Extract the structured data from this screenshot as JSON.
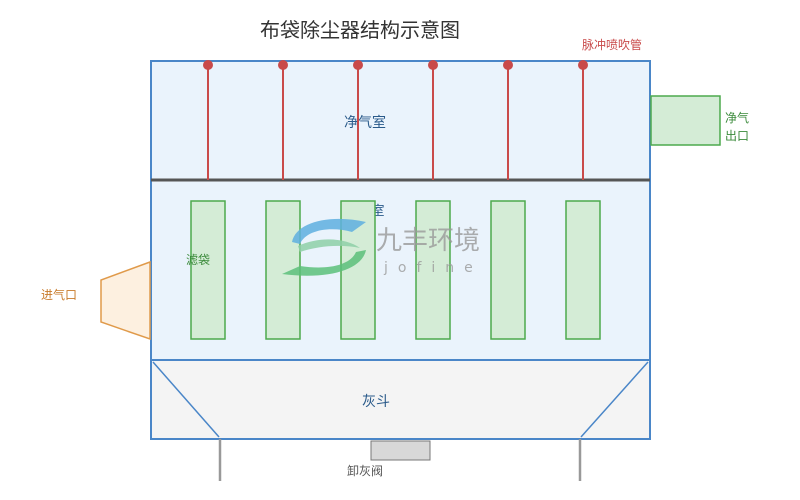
{
  "title": "布袋除尘器结构示意图",
  "labels": {
    "pulse_pipe": "脉冲喷吹管",
    "clean_chamber": "净气室",
    "clean_outlet_line1": "净气",
    "clean_outlet_line2": "出口",
    "filter_chamber": "室",
    "filter_bag": "滤袋",
    "inlet": "进气口",
    "hopper": "灰斗",
    "discharge_valve": "卸灰阀"
  },
  "watermark": {
    "name": "九丰环境",
    "latin": "jofine"
  },
  "pulse_pipe_count": 6,
  "filter_bag_count": 6,
  "colors": {
    "frame": "#4a86c8",
    "chamber_fill": "#eaf3fc",
    "hopper_fill": "#f4f4f4",
    "pipe": "#c94a4a",
    "bag_fill": "#d4ecd6",
    "bag_stroke": "#4daa4d",
    "outlet_text": "#3a8a3a",
    "inlet_fill": "#fdf0e0",
    "inlet_stroke": "#e09a4a",
    "inlet_text": "#c87a2a",
    "pipe_text": "#c94a4a"
  }
}
